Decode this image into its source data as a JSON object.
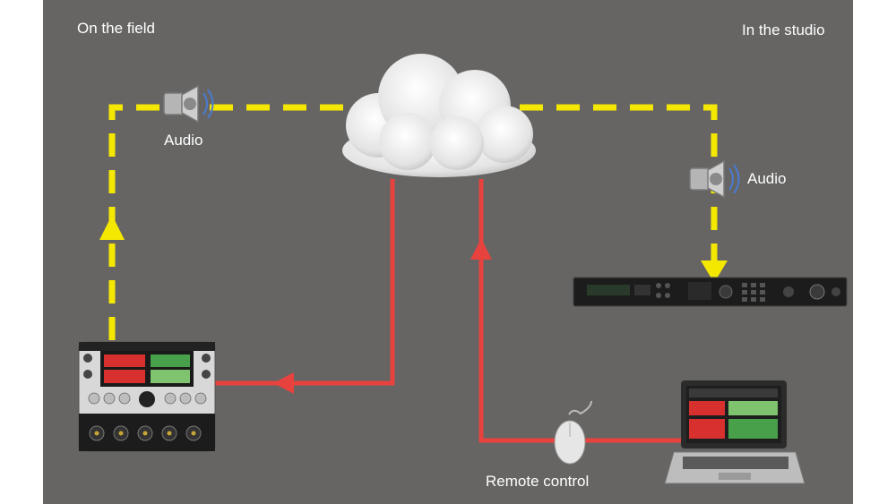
{
  "labels": {
    "field": "On the field",
    "studio": "In the studio",
    "audio_left": "Audio",
    "audio_right": "Audio",
    "remote": "Remote control"
  },
  "colors": {
    "background": "#666564",
    "audio_path": "#f5e800",
    "control_path": "#e8423f"
  },
  "icons": [
    "speaker-icon",
    "cloud-icon",
    "mouse-icon",
    "codec-unit-icon",
    "rack-receiver-icon",
    "laptop-icon"
  ]
}
